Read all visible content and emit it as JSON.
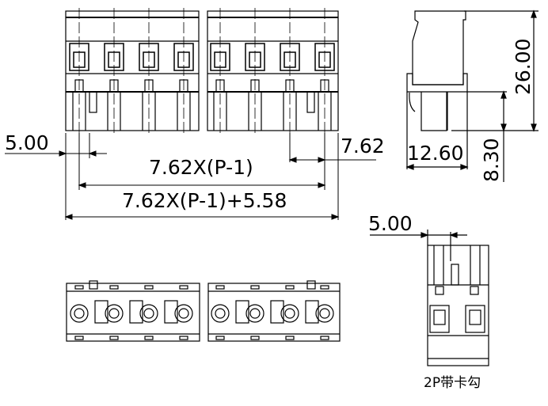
{
  "drawing": {
    "dimensions": {
      "pin_offset_left": "5.00",
      "pitch": "7.62",
      "pitch_span": "7.62X(P-1)",
      "overall_length": "7.62X(P-1)+5.58",
      "height": "26.00",
      "depth": "12.60",
      "lower_height": "8.30",
      "pin_offset_side": "5.00"
    },
    "caption": "2P带卡勾",
    "line_color": "#000000",
    "background": "#ffffff"
  }
}
